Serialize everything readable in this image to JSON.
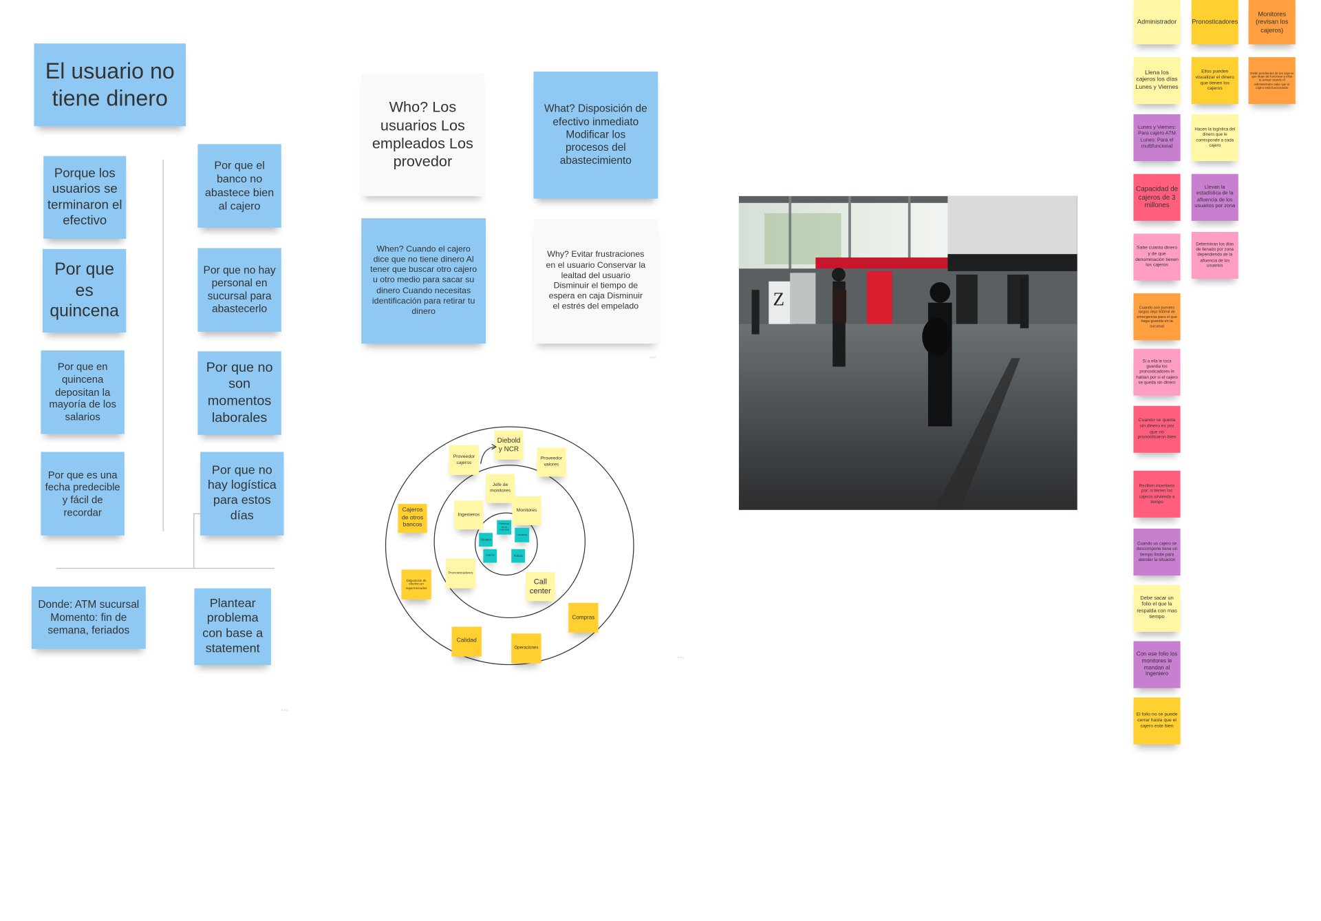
{
  "problem_title": "El usuario no tiene dinero",
  "whys_left": [
    "Porque los usuarios se terminaron el efectivo",
    "Por que es quincena",
    "Por que en quincena depositan la mayoría de los salarios",
    "Por que es una fecha predecible y fácil de recordar"
  ],
  "whys_right": [
    "Por que el banco no abastece bien al cajero",
    "Por que no hay personal en sucursal para abastecerlo",
    "Por que no son momentos laborales",
    "Por que no hay logística para estos días"
  ],
  "where_note": "Donde: ATM sucursal Momento: fin de semana, feriados",
  "statement_note": "Plantear problema con base a statement",
  "framework": {
    "who": "Who? Los usuarios Los empleados Los provedor",
    "what": "What? Disposición de efectivo inmediato Modificar los procesos del abastecimiento",
    "when": "When? Cuando el cajero dice que no tiene dinero Al tener que buscar otro cajero u otro medio para sacar su dinero Cuando necesitas identificación para retirar tu dinero",
    "why": "Why? Evitar frustraciones en el usuario Conservar la lealtad del usuario Disminuir el tiempo de espera en caja Disminuir el estrés del empelado"
  },
  "stakeholders": {
    "proveedor_cajeros": "Proveedor cajeros",
    "diebold": "Diebold y NCR",
    "proveedor_valores": "Proveedor valores",
    "jefe_monitores": "Jefe de monitores",
    "ingenieros": "Ingenieros",
    "monitores": "Monitores",
    "cajeros_otros": "Cajeros de otros bancos",
    "disposicion": "Disposición de efectivo en supermercados",
    "pronosticadores": "Pronosticadores",
    "call_center": "Call center",
    "compras": "Compras",
    "calidad": "Calidad",
    "operaciones": "Operaciones",
    "core1": "Personal de la sucursal",
    "core2": "Clientes",
    "core3": "Usuarios",
    "core4": "Cajeros",
    "core5": "Policía"
  },
  "roles": {
    "header1": "Administrador",
    "header2": "Pronosticadores",
    "header3": "Monitores (revisan los cajeros)",
    "c1": [
      "Llena los cajeros los días Lunes y Viernes",
      "Lunes y Viernes: Para cajero ATM Lunes: Para el multifuncional",
      "Capacidad de cajeros de 3 millones",
      "Sabe cuanto dinero y de que denominación tienen los cajeros",
      "Cuando son puentes largos deja 500mil de emergencia para el que haga guardia en la sucursal",
      "Si a ella le toca guardia los pronosticadores le hablan por si el cajero se queda sin dinero",
      "Cuando se queda sin dinero es por que no pronosticaron bien",
      "Reciben incentivos por: si tienen los cajeros sirviendo a tiempo",
      "Cuando un cajero se descompone tiene un tiempo límite para atender la situación",
      "Debe sacar un folio el que la respalda con mas tiempo",
      "Con ese folio los monitores le mandan al ingeniero",
      "El folio no se puede cerrar hasta que el cajero este bien"
    ],
    "c2": [
      "Ellos pueden visualizar el dinero que tienen los cajeros",
      "Hacen la logística del dinero que le corresponde a cada cajero",
      "Llevan la estadística de la afluencia de los usuarios por zona",
      "Determinan los días de llenado por zona dependiendo de la afluencia de los usuarios"
    ],
    "c3": [
      "Están pendientes de los cajeros que dejan de funcionar y ellos le avisan cuando el administrador sabe que el cajero está funcionando"
    ]
  },
  "watermark": "miro",
  "photo": {
    "banner_letter": "Z"
  }
}
